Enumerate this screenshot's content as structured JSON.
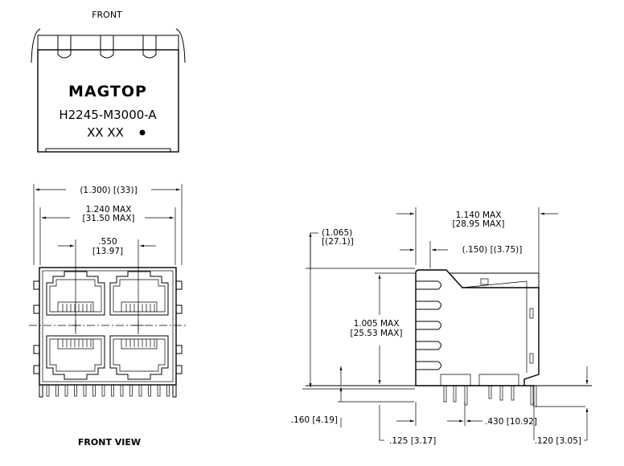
{
  "front_top": {
    "label": "FRONT",
    "brand": "MAGTOP",
    "part_number": "H2245-M3000-A",
    "date_code": "XX XX"
  },
  "front_view": {
    "title": "FRONT VIEW",
    "dim_overall": "(1.300)  [(33)]",
    "dim_max_in": "1.240  MAX",
    "dim_max_mm": "[31.50  MAX]",
    "dim_pitch_in": ".550",
    "dim_pitch_mm": "[13.97]"
  },
  "side_view": {
    "dim_width_in": "1.140  MAX",
    "dim_width_mm": "[28.95  MAX]",
    "dim_ref_in": "(1.065)",
    "dim_ref_mm": "[(27.1)]",
    "dim_offset": "(.150)  [(3.75)]",
    "dim_height_in": "1.005  MAX",
    "dim_height_mm": "[25.53  MAX]",
    "dim_pin_len": ".160  [4.19]",
    "dim_pin_a": ".125  [3.17]",
    "dim_pin_b": ".430  [10.92]",
    "dim_pin_c": ".120  [3.05]"
  }
}
